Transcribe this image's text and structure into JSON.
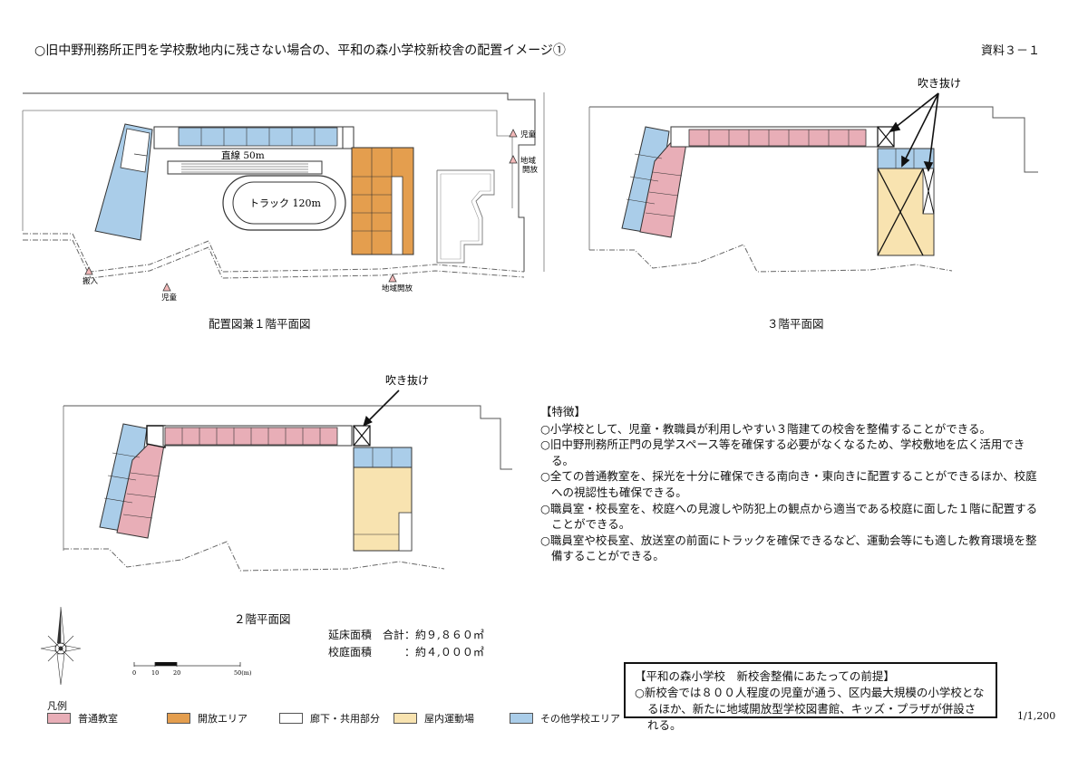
{
  "title": "○旧中野刑務所正門を学校敷地内に残さない場合の、平和の森小学校新校舎の配置イメージ①",
  "doc_ref": "資料３－１",
  "colors": {
    "classroom": "#e8aeb7",
    "open_area": "#e49e4e",
    "corridor": "#ffffff",
    "gym": "#f8e3b0",
    "other": "#aacde9",
    "line": "#333333"
  },
  "plan_1f": {
    "caption": "配置図兼１階平面図",
    "straight_label": "直線 50m",
    "track_label": "トラック 120m",
    "entrance_labels": [
      "児童",
      "地域開放",
      "搬入",
      "児童",
      "地域開放"
    ]
  },
  "plan_3f": {
    "caption": "３階平面図",
    "void_label": "吹き抜け"
  },
  "plan_2f": {
    "caption": "２階平面図",
    "void_label": "吹き抜け"
  },
  "features": {
    "heading": "【特徴】",
    "items": [
      "○小学校として、児童・教職員が利用しやすい３階建ての校舎を整備することができる。",
      "○旧中野刑務所正門の見学スペース等を確保する必要がなくなるため、学校敷地を広く活用できる。",
      "○全ての普通教室を、採光を十分に確保できる南向き・東向きに配置することができるほか、校庭への視認性も確保できる。",
      "○職員室・校長室を、校庭への見渡しや防犯上の観点から適当である校庭に面した１階に配置することができる。",
      "○職員室や校長室、放送室の前面にトラックを確保できるなど、運動会等にも適した教育環境を整備することができる。"
    ]
  },
  "areas": {
    "total_label": "延床面積　合計：約９,８６０㎡",
    "yard_label": "校庭面積　　　：約４,０００㎡"
  },
  "scale_bar": {
    "ticks": [
      "0",
      "10",
      "20",
      "50(m)"
    ]
  },
  "scale_text": "1/1,200",
  "premise": {
    "heading": "【平和の森小学校　新校舎整備にあたっての前提】",
    "body": "○新校舎では８００人程度の児童が通う、区内最大規模の小学校となるほか、新たに地域開放型学校図書館、キッズ・プラザが併設される。"
  },
  "legend": {
    "title": "凡例",
    "items": [
      {
        "label": "普通教室",
        "color": "#e8aeb7"
      },
      {
        "label": "開放エリア",
        "color": "#e49e4e"
      },
      {
        "label": "廊下・共用部分",
        "color": "#ffffff"
      },
      {
        "label": "屋内運動場",
        "color": "#f8e3b0"
      },
      {
        "label": "その他学校エリア",
        "color": "#aacde9"
      }
    ]
  }
}
